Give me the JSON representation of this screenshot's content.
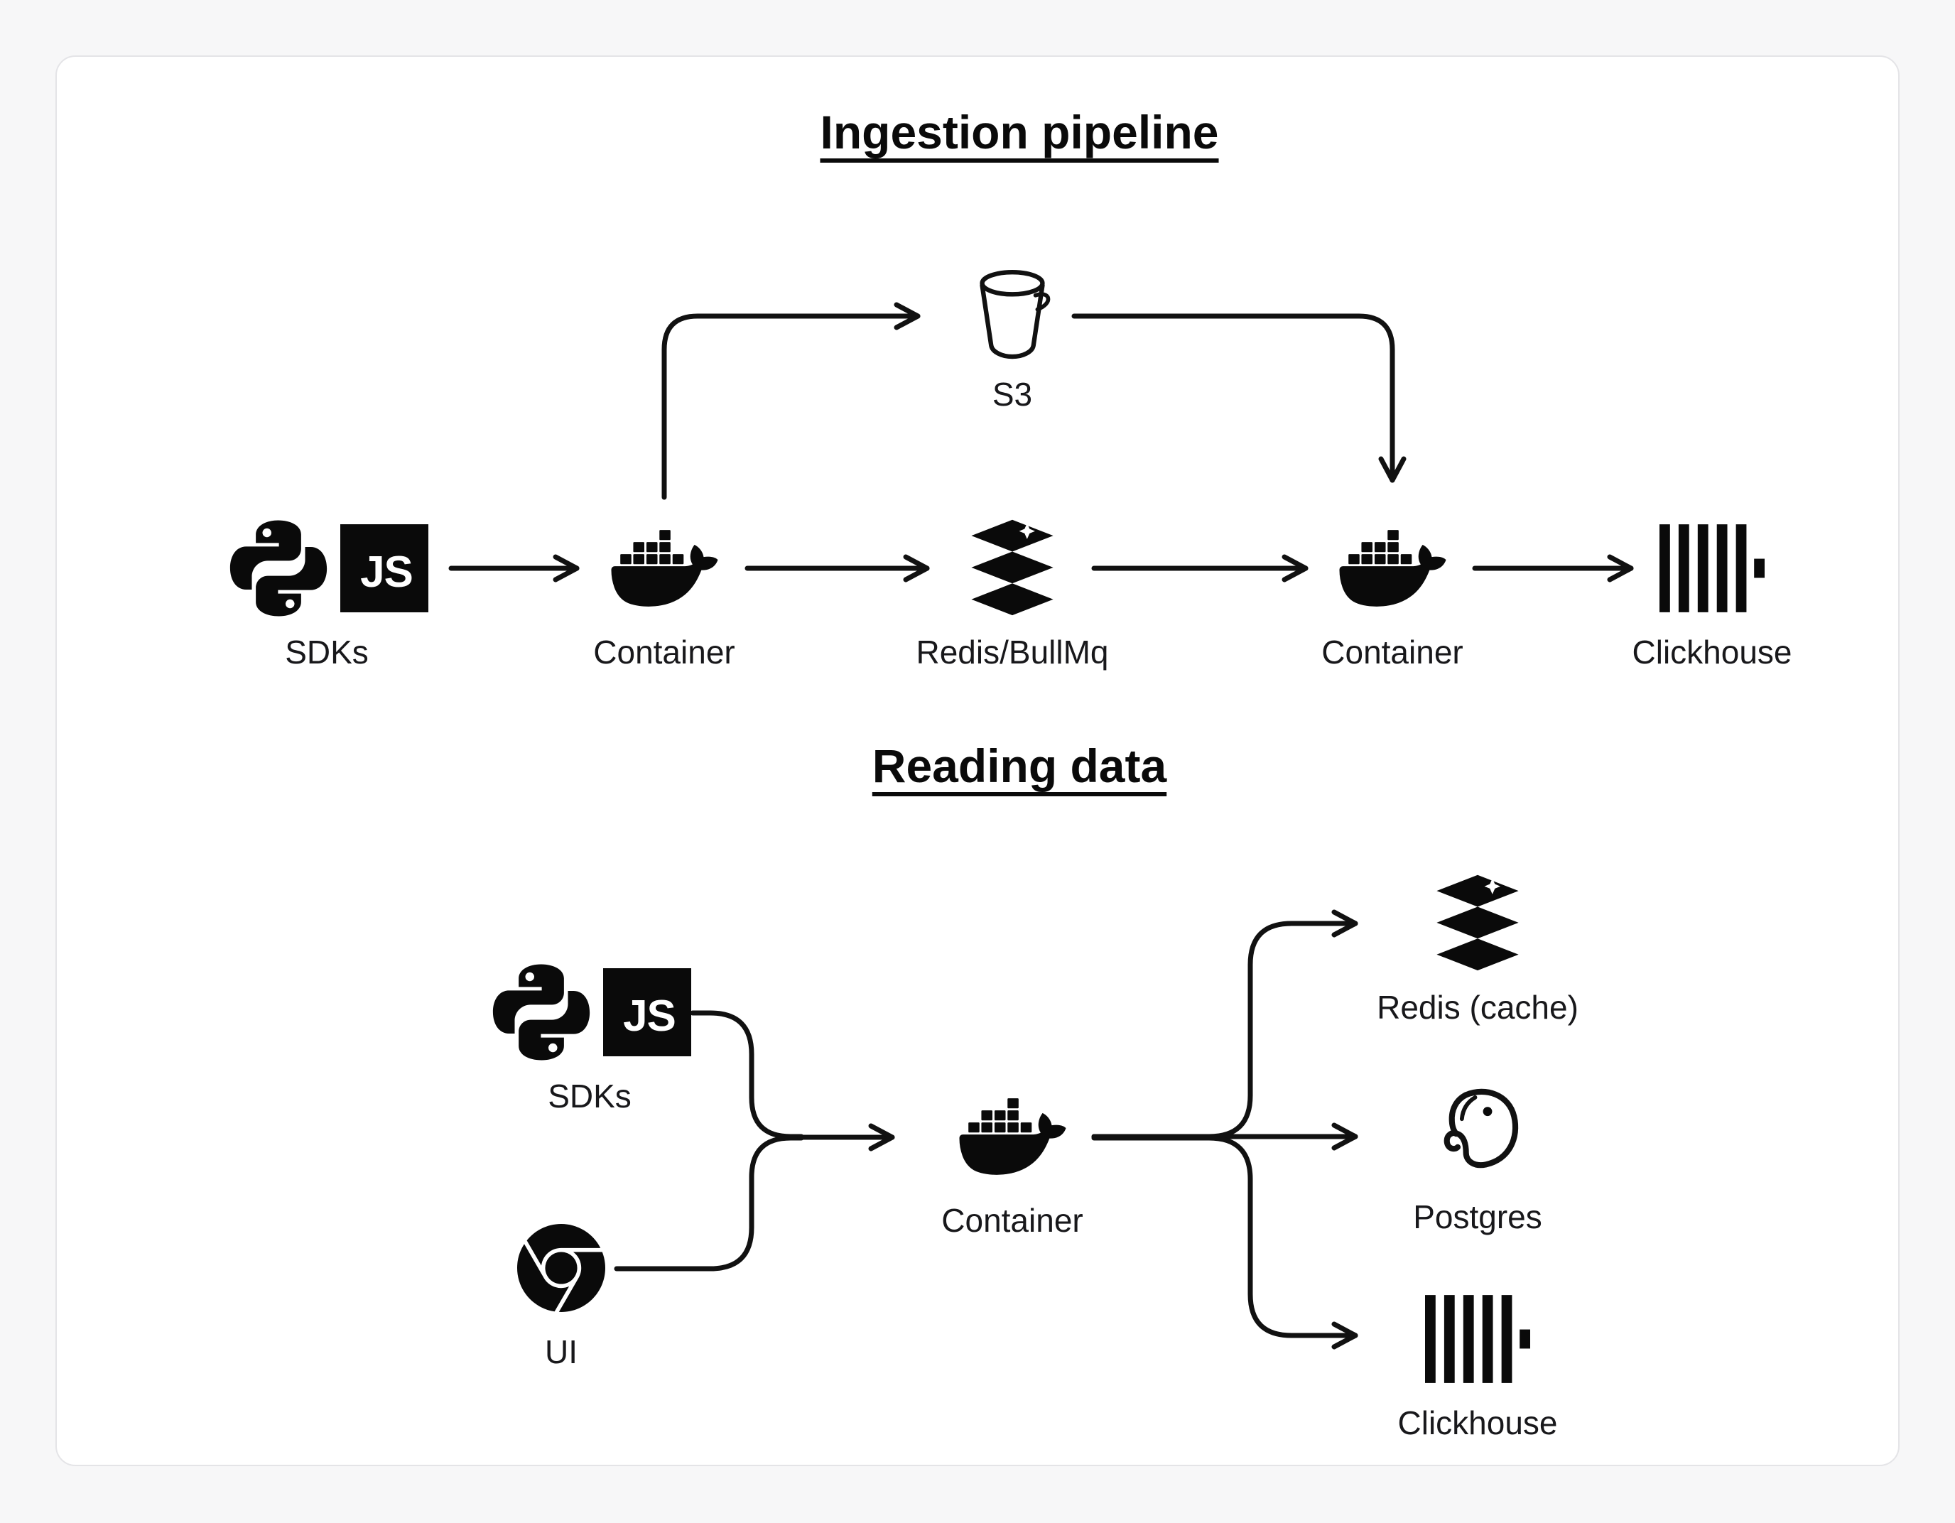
{
  "colors": {
    "ink": "#111111",
    "card_background": "#ffffff",
    "page_background": "#f7f7f8",
    "card_border": "#e4e4e7"
  },
  "badges": {
    "js": "JS"
  },
  "ingestion": {
    "title": "Ingestion pipeline",
    "nodes": {
      "sdks": "SDKs",
      "container_in": "Container",
      "queue": "Redis/BullMq",
      "container_out": "Container",
      "clickhouse": "Clickhouse",
      "s3": "S3"
    }
  },
  "reading": {
    "title": "Reading data",
    "nodes": {
      "sdks": "SDKs",
      "ui": "UI",
      "container": "Container",
      "redis_cache": "Redis (cache)",
      "postgres": "Postgres",
      "clickhouse": "Clickhouse"
    }
  }
}
